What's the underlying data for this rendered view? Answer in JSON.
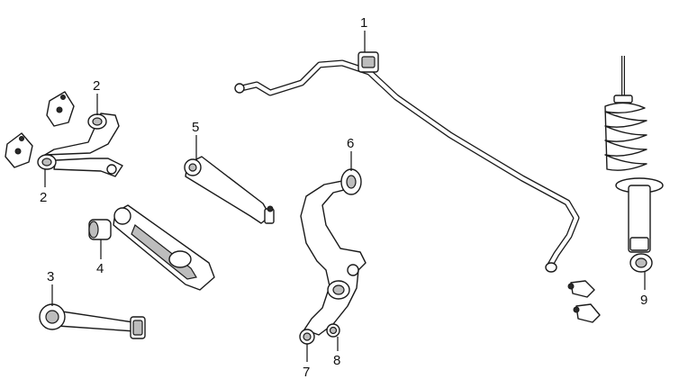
{
  "diagram": {
    "callouts": [
      {
        "id": "1",
        "label": "1"
      },
      {
        "id": "2a",
        "label": "2"
      },
      {
        "id": "2b",
        "label": "2"
      },
      {
        "id": "3",
        "label": "3"
      },
      {
        "id": "4",
        "label": "4"
      },
      {
        "id": "5",
        "label": "5"
      },
      {
        "id": "6",
        "label": "6"
      },
      {
        "id": "7",
        "label": "7"
      },
      {
        "id": "8",
        "label": "8"
      },
      {
        "id": "9",
        "label": "9"
      }
    ],
    "colors": {
      "line": "#1a1a1a",
      "shade": "#bdbdbd",
      "background": "#ffffff"
    }
  }
}
